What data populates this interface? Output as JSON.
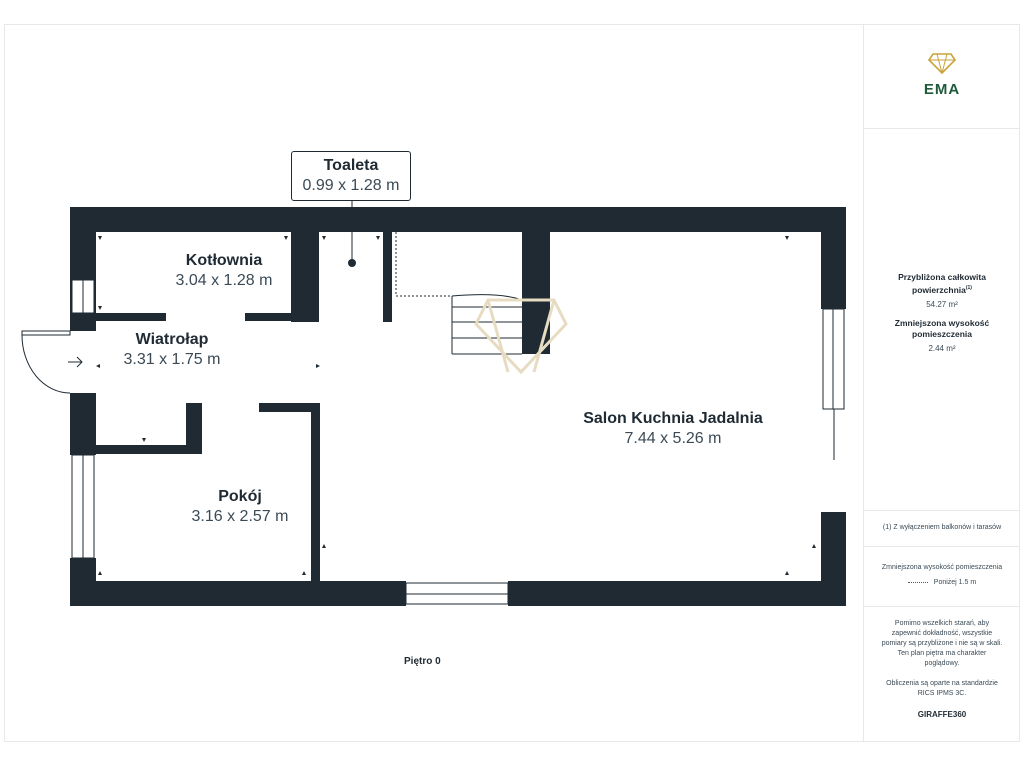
{
  "floor_label": "Piętro 0",
  "rooms": {
    "toaleta": {
      "name": "Toaleta",
      "dim": "0.99 x 1.28 m"
    },
    "kotlownia": {
      "name": "Kotłownia",
      "dim": "3.04 x 1.28 m"
    },
    "wiatrolap": {
      "name": "Wiatrołap",
      "dim": "3.31 x 1.75 m"
    },
    "salon": {
      "name": "Salon Kuchnia Jadalnia",
      "dim": "7.44 x 5.26 m"
    },
    "pokoj": {
      "name": "Pokój",
      "dim": "3.16 x 2.57 m"
    }
  },
  "sidebar": {
    "logo_text": "EMA",
    "total_area_label_line1": "Przybliżona całkowita",
    "total_area_label_line2": "powierzchnia",
    "total_area_sup": "(1)",
    "total_area_value": "54.27 m²",
    "reduced_height_label": "Zmniejszona wysokość pomieszczenia",
    "reduced_height_value": "2.44 m²",
    "footnote": "(1) Z wyłączeniem balkonów i tarasów",
    "legend_title": "Zmniejszona wysokość pomieszczenia",
    "legend_value": "Poniżej 1.5 m",
    "disclaimer_1": "Pomimo wszelkich starań, aby",
    "disclaimer_2": "zapewnić dokładność, wszystkie",
    "disclaimer_3": "pomiary są przybliżone i nie są w skali.",
    "disclaimer_4": "Ten plan piętra ma charakter",
    "disclaimer_5": "poglądowy.",
    "standard_1": "Obliczenia są oparte na standardzie",
    "standard_2": "RICS IPMS 3C.",
    "brand": "GIRAFFE360"
  },
  "colors": {
    "wall": "#1f2a33",
    "logo_green": "#1e5b3a",
    "logo_gold": "#c9a23a"
  }
}
